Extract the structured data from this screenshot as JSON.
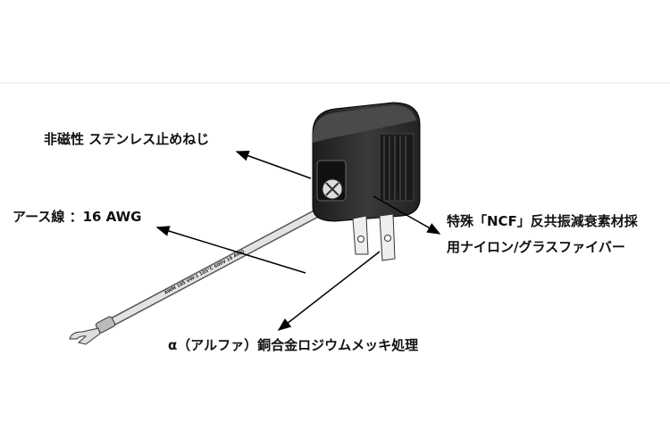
{
  "labels": {
    "screw": "非磁性  ステンレス止めねじ",
    "ground_wire": "アース線 ：16 AWG",
    "body_line1": "特殊「NCF」反共振減衰素材採",
    "body_line2": "用ナイロン/グラスファイバー",
    "prongs": "α（アルファ）銅合金ロジウムメッキ処理"
  },
  "cable_print": "AWM  105  VW-1  105°C  600V  16 AWG",
  "colors": {
    "body": "#2a2a2a",
    "cable": "#cfcfcf",
    "arrow": "#000000"
  }
}
